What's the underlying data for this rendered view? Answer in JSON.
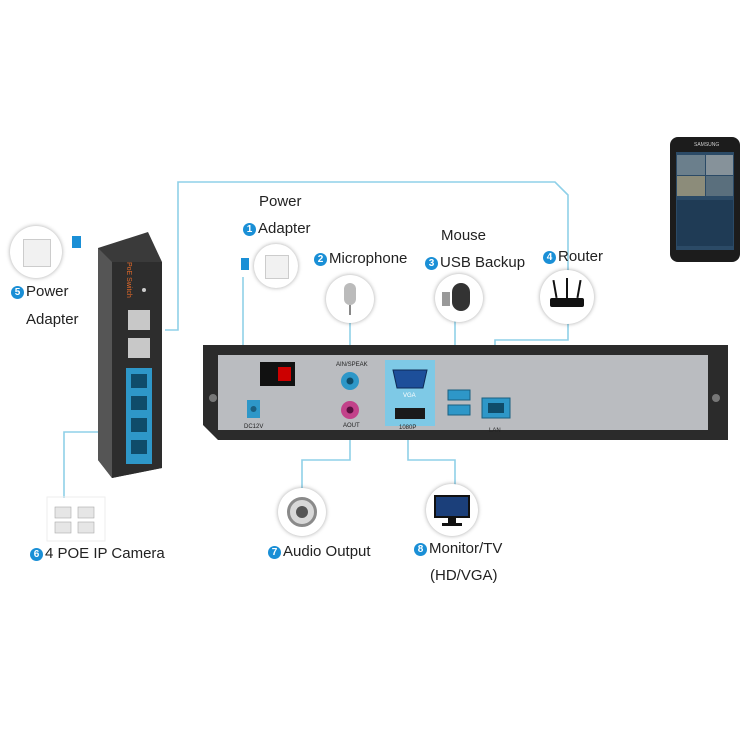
{
  "labels": {
    "power_adapter_1_line1": "Power",
    "power_adapter_1_line2": "Adapter",
    "microphone": "Microphone",
    "mouse_line1": "Mouse",
    "mouse_line2": "USB Backup",
    "router": "Router",
    "power_adapter_5_line1": "Power",
    "power_adapter_5_line2": "Adapter",
    "poe_camera": "4 POE IP Camera",
    "audio_output": "Audio Output",
    "monitor_line1": "Monitor/TV",
    "monitor_line2": "(HD/VGA)"
  },
  "badges": {
    "n1": "1",
    "n2": "2",
    "n3": "3",
    "n4": "4",
    "n5": "5",
    "n6": "6",
    "n7": "7",
    "n8": "8"
  },
  "nvr_port_labels": {
    "ain": "AIN/SPEAK",
    "aout": "AOUT",
    "vga": "VGA",
    "hdmi": "1080P",
    "lan": "LAN",
    "dc": "DC12V"
  },
  "switch_label": "PoE Switch",
  "phone_brand": "SAMSUNG",
  "colors": {
    "line": "#8fd0e8",
    "badge": "#1a8fd6",
    "port_blue": "#2e97c8",
    "nvr_panel": "#b9bbbf",
    "nvr_frame": "#2b2b2b"
  }
}
